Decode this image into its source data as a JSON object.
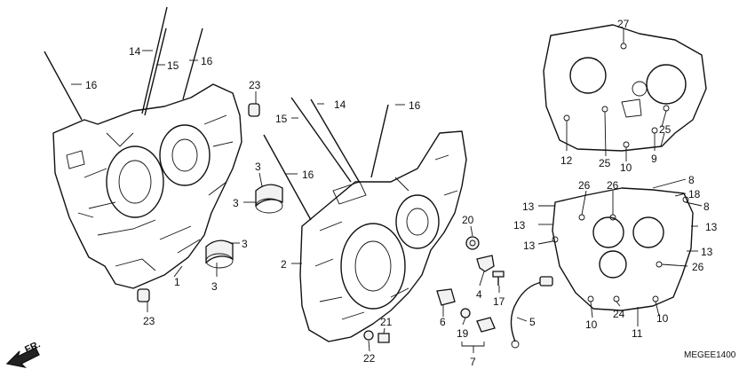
{
  "diagram_code": "MEGEE1400",
  "front_marker": "FR.",
  "callouts": {
    "c1": "1",
    "c2": "2",
    "c3a": "3",
    "c3b": "3",
    "c3c": "3",
    "c3d": "3",
    "c4": "4",
    "c5": "5",
    "c6": "6",
    "c7": "7",
    "c8a": "8",
    "c8b": "8",
    "c9": "9",
    "c10a": "10",
    "c10b": "10",
    "c10c": "10",
    "c11": "11",
    "c12": "12",
    "c13a": "13",
    "c13b": "13",
    "c13c": "13",
    "c13d": "13",
    "c14a": "14",
    "c14b": "14",
    "c15a": "15",
    "c15b": "15",
    "c16a": "16",
    "c16b": "16",
    "c16c": "16",
    "c16d": "16",
    "c17": "17",
    "c18": "18",
    "c19": "19",
    "c20": "20",
    "c21": "21",
    "c22": "22",
    "c23a": "23",
    "c23b": "23",
    "c24": "24",
    "c25a": "25",
    "c25b": "25",
    "c26a": "26",
    "c26b": "26",
    "c26c": "26",
    "c27": "27"
  }
}
